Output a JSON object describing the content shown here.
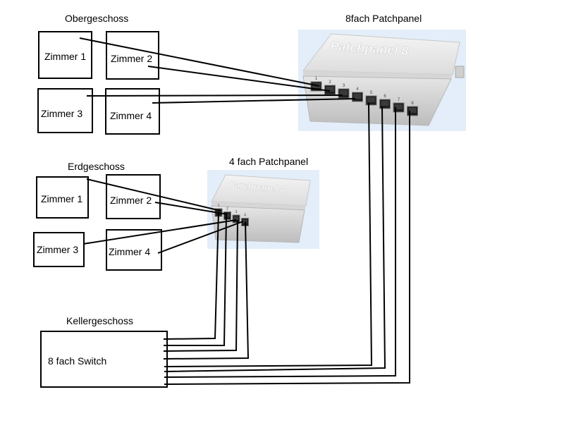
{
  "colors": {
    "panel_bg": "#e3eefa",
    "panel_light": "#eeeeee",
    "panel_dark": "#c9c9c9",
    "line": "#000000"
  },
  "floors": {
    "ober": {
      "title": "Obergeschoss",
      "rooms": [
        "Zimmer 1",
        "Zimmer 2",
        "Zimmer 3",
        "Zimmer 4"
      ]
    },
    "erd": {
      "title": "Erdgeschoss",
      "rooms": [
        "Zimmer 1",
        "Zimmer 2",
        "Zimmer 3",
        "Zimmer 4"
      ]
    },
    "keller": {
      "title": "Kellergeschoss",
      "switch_label": "8 fach Switch"
    }
  },
  "panels": {
    "p8": {
      "title": "8fach Patchpanel",
      "brand": "Patchpanel 8",
      "ports": [
        "1",
        "2",
        "3",
        "4",
        "5",
        "6",
        "7",
        "8"
      ]
    },
    "p4": {
      "title": "4 fach Patchpanel",
      "brand": "Patchpanel 8",
      "ports": [
        "1",
        "2",
        "3",
        "4"
      ]
    }
  }
}
